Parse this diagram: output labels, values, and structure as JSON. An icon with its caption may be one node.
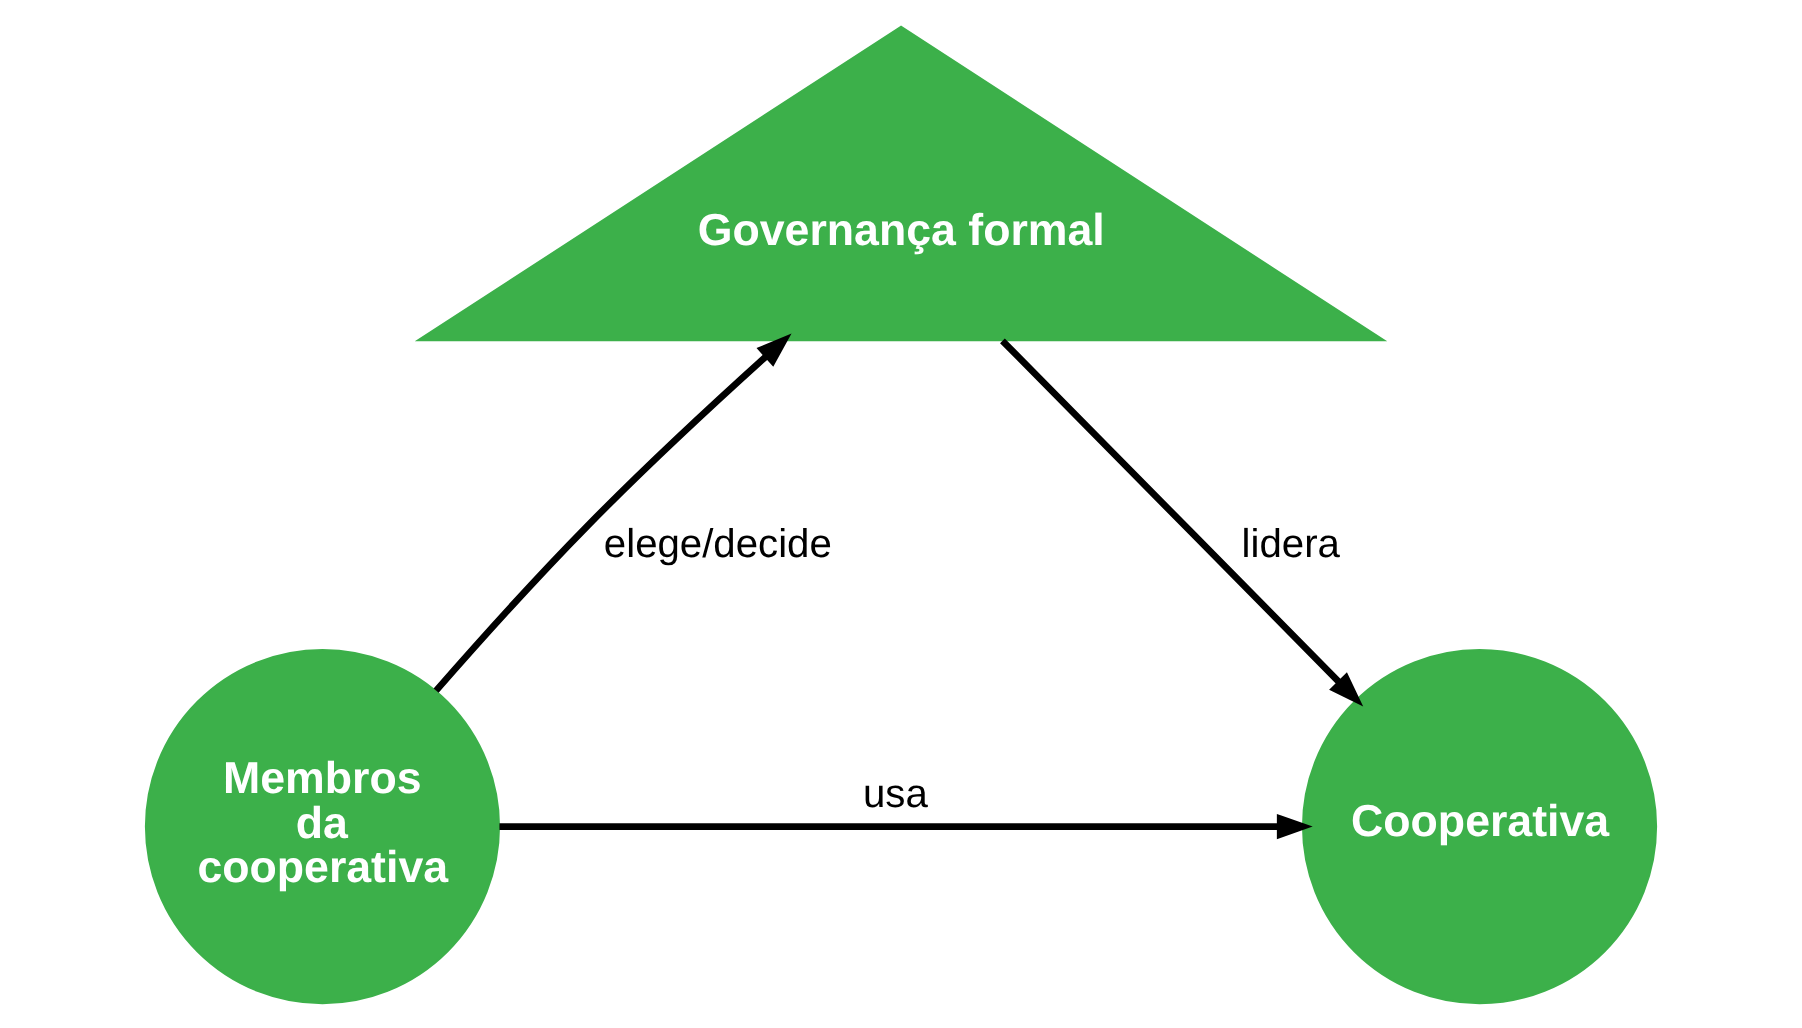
{
  "diagram": {
    "nodes": [
      {
        "text": [
          "Governança formal"
        ]
      },
      {
        "text": [
          "Membros da cooperativa"
        ]
      },
      {
        "text": [
          "Cooperativa"
        ]
      }
    ],
    "edges": [
      {
        "from": 1,
        "to": 0,
        "arrow": "to",
        "label": "elege/decide"
      },
      {
        "from": 0,
        "to": 2,
        "arrow": "to",
        "label": "lidera"
      },
      {
        "from": 1,
        "to": 2,
        "arrow": "to",
        "label": "usa"
      }
    ]
  }
}
